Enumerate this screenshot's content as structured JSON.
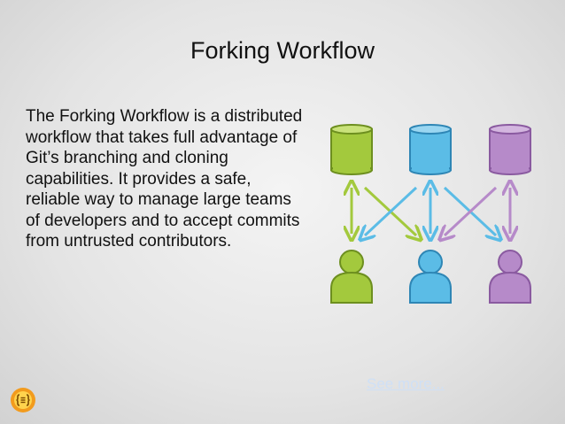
{
  "slide": {
    "title": "Forking Workflow",
    "body": "The Forking Workflow is a distributed workflow that takes full advantage of Git’s branching and cloning capabilities. It provides a safe, reliable way to manage large teams of developers and to accept commits from untrusted contributors.",
    "see_more_label": "See more..."
  },
  "diagram": {
    "colors": {
      "green": "#a3c93d",
      "blue": "#5bbce6",
      "purple": "#b68ac9"
    },
    "repositories": [
      {
        "name": "repo-green",
        "color": "green"
      },
      {
        "name": "repo-blue",
        "color": "blue"
      },
      {
        "name": "repo-purple",
        "color": "purple"
      }
    ],
    "developers": [
      {
        "name": "developer-green",
        "color": "green"
      },
      {
        "name": "developer-blue",
        "color": "blue"
      },
      {
        "name": "developer-purple",
        "color": "purple"
      }
    ]
  },
  "logo": {
    "icon": "slideshare-logo-icon",
    "color": "#f29b1d"
  }
}
